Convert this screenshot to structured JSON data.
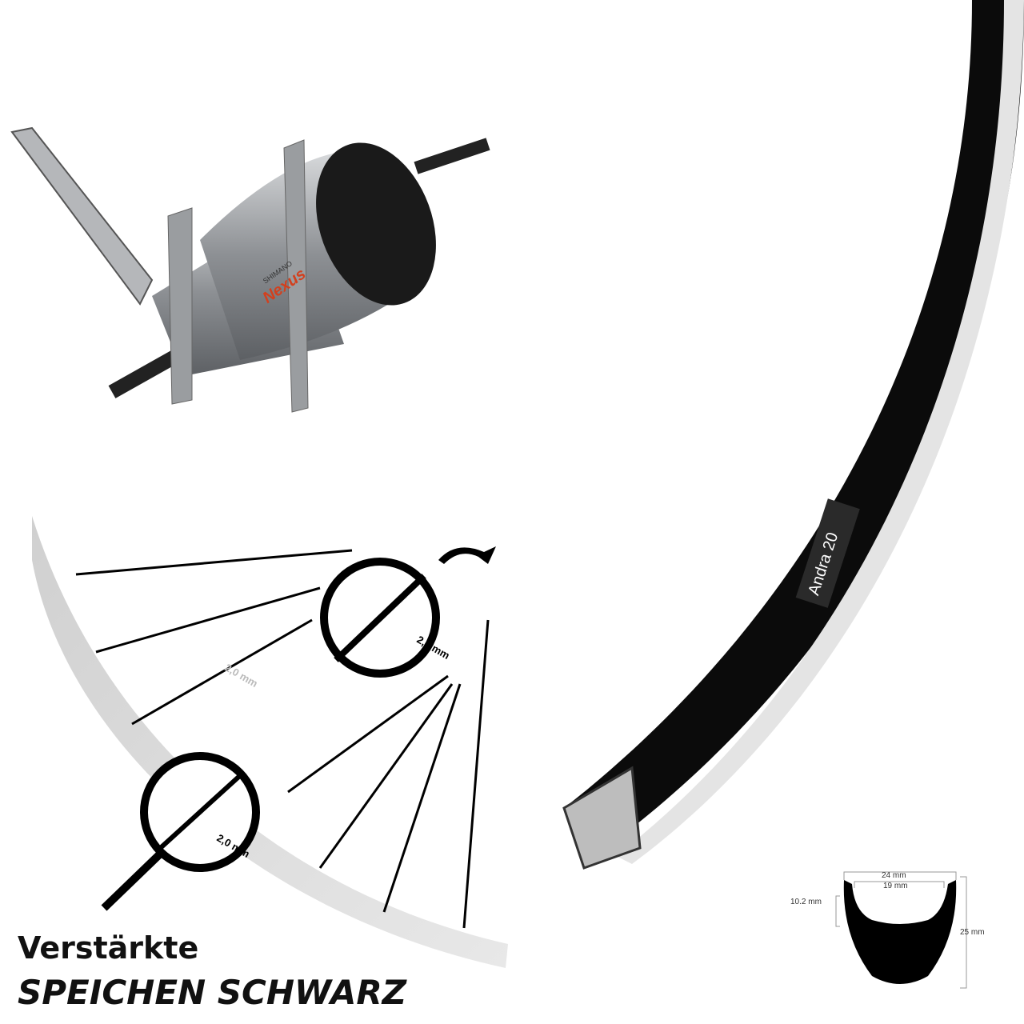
{
  "hub": {
    "brand": "SHIMANO",
    "model": "Nexus"
  },
  "rim": {
    "label": "Andra 20"
  },
  "spokes": {
    "thick_label": "2,3 mm",
    "thin_label_grey": "2,0 mm",
    "thin_label": "2,0 mm"
  },
  "profile": {
    "outer_width": "24 mm",
    "inner_width": "19 mm",
    "side_height": "10.2 mm",
    "total_height": "25 mm"
  },
  "headline": {
    "line1": "Verstärkte",
    "line2": "SPEICHEN SCHWARZ"
  },
  "colors": {
    "rim": "#0b0b0b",
    "hub": "#a9acaf",
    "accent": "#d2401e",
    "spoke": "#000000"
  }
}
